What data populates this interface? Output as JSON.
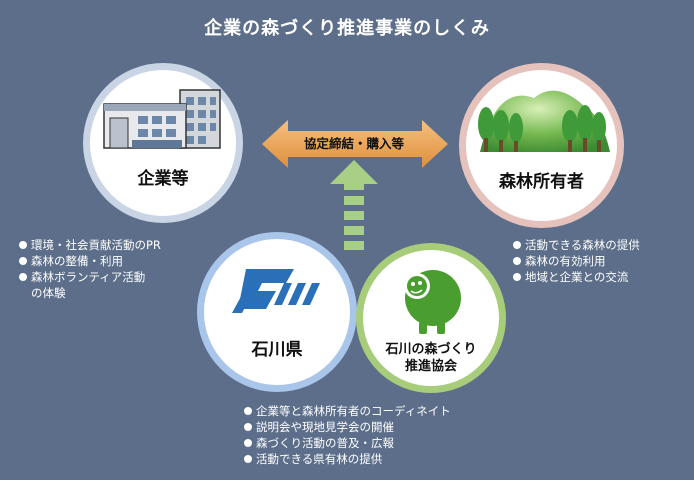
{
  "title": "企業の森づくり推進事業のしくみ",
  "arrow_label": "協定締結・購入等",
  "company": {
    "label": "企業等",
    "bullets": [
      "環境・社会貢献活動のPR",
      "森林の整備・利用",
      "森林ボランティア活動",
      "の体験"
    ]
  },
  "owner": {
    "label": "森林所有者",
    "bullets": [
      "活動できる森林の提供",
      "森林の有効利用",
      "地域と企業との交流"
    ]
  },
  "prefecture": {
    "label": "石川県"
  },
  "association": {
    "label_line1": "石川の森づくり",
    "label_line2": "推進協会"
  },
  "pref_bullets": [
    "企業等と森林所有者のコーディネイト",
    "説明会や現地見学会の開催",
    "森づくり活動の普及・広報",
    "活動できる県有林の提供"
  ],
  "colors": {
    "background": "#5c6e8a",
    "arrow": "#e9a45a",
    "up_arrow": "#a8cf86",
    "forest": "#3f9a3a",
    "logo_blue": "#2a70b8"
  }
}
